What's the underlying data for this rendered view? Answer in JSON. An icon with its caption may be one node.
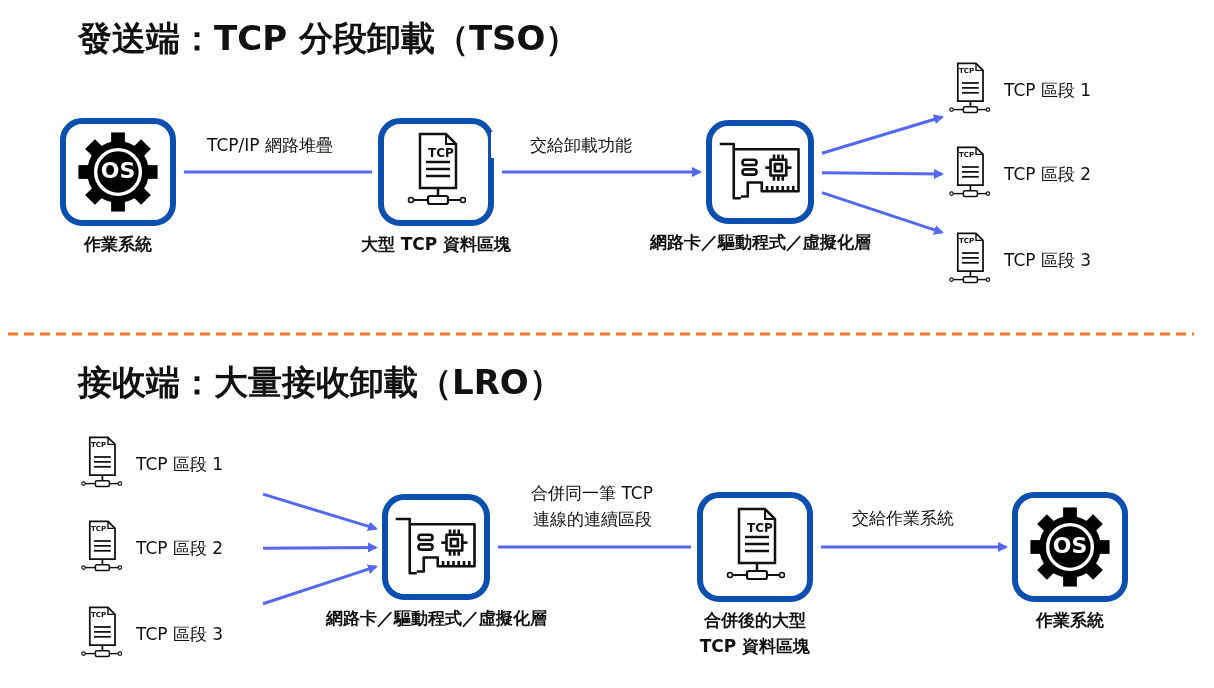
{
  "diagram": {
    "title": "發送端：TCP 分段卸載（TSO）",
    "nodes": [
      {
        "text": [
          "OS",
          "作業系統"
        ]
      },
      {
        "text": [
          "TCP",
          "大型 TCP 資料區塊"
        ]
      },
      {
        "text": [
          "網路卡／驅動程式／虛擬化層"
        ]
      },
      {
        "text": [
          "TCP"
        ],
        "beside": [
          "TCP 區段 1"
        ]
      },
      {
        "text": [
          "TCP"
        ],
        "beside": [
          "TCP 區段 2"
        ]
      },
      {
        "text": [
          "TCP"
        ],
        "beside": [
          "TCP 區段 3"
        ]
      },
      {
        "text": [
          "TCP"
        ],
        "beside": [
          "TCP 區段 1"
        ]
      },
      {
        "text": [
          "TCP"
        ],
        "beside": [
          "TCP 區段 2"
        ]
      },
      {
        "text": [
          "TCP"
        ],
        "beside": [
          "TCP 區段 3"
        ]
      },
      {
        "text": [
          "網路卡／驅動程式／虛擬化層"
        ]
      },
      {
        "text": [
          "TCP",
          "合併後的大型 TCP 資料區塊"
        ]
      },
      {
        "text": [
          "OS",
          "作業系統"
        ]
      }
    ],
    "edges": [
      {
        "from": 0,
        "to": 1,
        "arrow": "none",
        "label": "TCP/IP 網路堆疊"
      },
      {
        "from": 1,
        "to": 2,
        "arrow": "to",
        "label": "交給卸載功能"
      },
      {
        "from": 2,
        "to": 3,
        "arrow": "to"
      },
      {
        "from": 2,
        "to": 4,
        "arrow": "to"
      },
      {
        "from": 2,
        "to": 5,
        "arrow": "to"
      },
      {
        "from": 6,
        "to": 9,
        "arrow": "to"
      },
      {
        "from": 7,
        "to": 9,
        "arrow": "to"
      },
      {
        "from": 8,
        "to": 9,
        "arrow": "to"
      },
      {
        "from": 9,
        "to": 10,
        "arrow": "none",
        "label": "合併同一筆 TCP 連線的連續區段"
      },
      {
        "from": 10,
        "to": 11,
        "arrow": "to",
        "label": "交給作業系統"
      }
    ],
    "labels": [
      "接收端：大量接收卸載（LRO）"
    ]
  }
}
